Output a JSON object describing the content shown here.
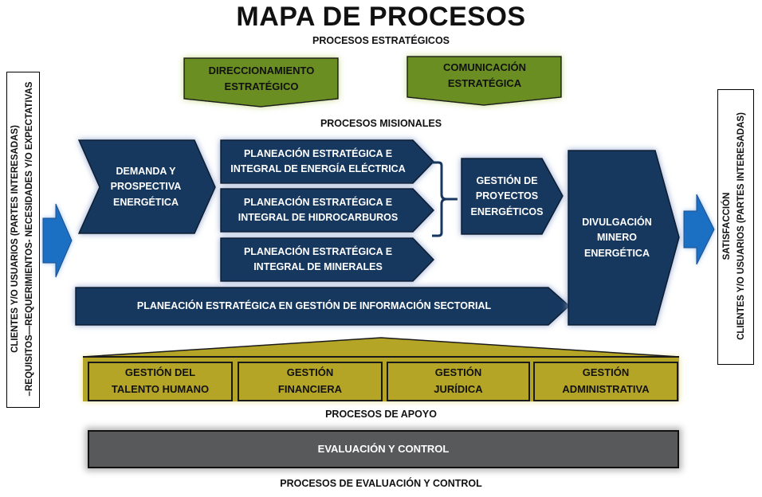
{
  "title": "MAPA DE PROCESOS",
  "sections": {
    "strategic": "PROCESOS ESTRATÉGICOS",
    "missional": "PROCESOS MISIONALES",
    "support": "PROCESOS DE APOYO",
    "evaluation": "PROCESOS DE EVALUACIÓN Y CONTROL"
  },
  "colors": {
    "navy": "#17375E",
    "green": "#6B8E23",
    "olive": "#B5A526",
    "gray": "#58595B",
    "arrow_blue": "#1C6FC4"
  },
  "left_panel": {
    "line1": "CLIENTES Y/O USUARIOS (PARTES INTERESADAS)",
    "line2": "–REQUISITOS—REQUERIMIENTOS- NECESIDADES Y/O EXPECTATIVAS"
  },
  "right_panel": {
    "line1": "SATISFACCIÓN",
    "line2": "CLIENTES Y/O USUARIOS (PARTES INTERESADAS)"
  },
  "strategic": [
    {
      "line1": "DIRECCIONAMIENTO",
      "line2": "ESTRATÉGICO"
    },
    {
      "line1": "COMUNICACIÓN",
      "line2": "ESTRATÉGICA"
    }
  ],
  "missional": {
    "demanda": {
      "line1": "DEMANDA Y",
      "line2": "PROSPECTIVA",
      "line3": "ENERGÉTICA"
    },
    "planeacion": [
      {
        "line1": "PLANEACIÓN ESTRATÉGICA E",
        "line2": "INTEGRAL DE ENERGÍA ELÉCTRICA"
      },
      {
        "line1": "PLANEACIÓN ESTRATÉGICA E",
        "line2": "INTEGRAL DE HIDROCARBUROS"
      },
      {
        "line1": "PLANEACIÓN ESTRATÉGICA E",
        "line2": "INTEGRAL DE MINERALES"
      }
    ],
    "proyectos": {
      "line1": "GESTIÓN DE",
      "line2": "PROYECTOS",
      "line3": "ENERGÉTICOS"
    },
    "divulgacion": {
      "line1": "DIVULGACIÓN",
      "line2": "MINERO",
      "line3": "ENERGÉTICA"
    },
    "informacion": "PLANEACIÓN ESTRATÉGICA EN GESTIÓN DE INFORMACIÓN SECTORIAL"
  },
  "support": [
    {
      "line1": "GESTIÓN DEL",
      "line2": "TALENTO HUMANO"
    },
    {
      "line1": "GESTIÓN",
      "line2": "FINANCIERA"
    },
    {
      "line1": "GESTIÓN",
      "line2": "JURÍDICA"
    },
    {
      "line1": "GESTIÓN",
      "line2": "ADMINISTRATIVA"
    }
  ],
  "evaluation": "EVALUACIÓN Y CONTROL"
}
